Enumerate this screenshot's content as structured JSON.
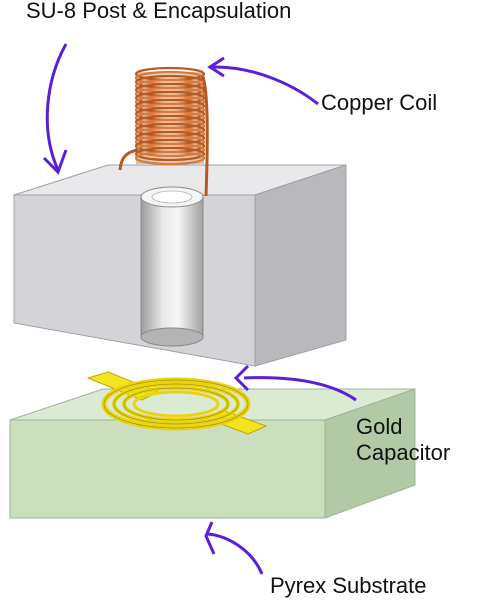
{
  "labels": {
    "su8": "SU-8 Post & Encapsulation",
    "copper_coil": "Copper Coil",
    "gold_capacitor_line1": "Gold",
    "gold_capacitor_line2": "Capacitor",
    "pyrex_substrate": "Pyrex Substrate"
  },
  "colors": {
    "arrow": "#5b1fd6",
    "copper": "#c8642a",
    "gold": "#f0e020",
    "su8_block": "#c8c8cc",
    "pyrex_block": "#cfe3c4"
  }
}
